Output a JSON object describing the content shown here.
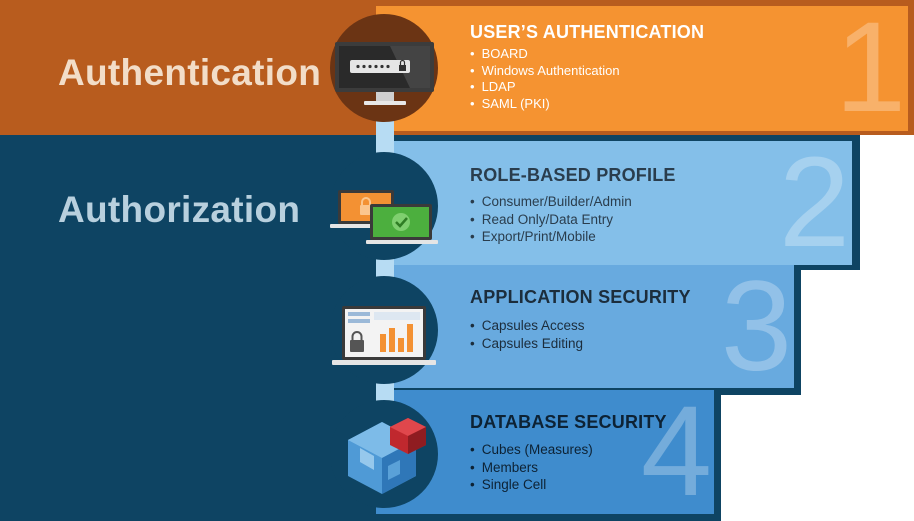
{
  "sections": {
    "authentication": "Authentication",
    "authorization": "Authorization"
  },
  "steps": [
    {
      "number": "1",
      "heading": "USER’S AUTHENTICATION",
      "items": [
        "BOARD",
        "Windows Authentication",
        "LDAP",
        "SAML (PKI)"
      ],
      "icon": "login-monitor-icon"
    },
    {
      "number": "2",
      "heading": "ROLE-BASED PROFILE",
      "items": [
        "Consumer/Builder/Admin",
        "Read Only/Data Entry",
        "Export/Print/Mobile"
      ],
      "icon": "laptops-icon"
    },
    {
      "number": "3",
      "heading": "APPLICATION SECURITY",
      "items": [
        "Capsules Access",
        "Capsules Editing"
      ],
      "icon": "locked-dashboard-icon"
    },
    {
      "number": "4",
      "heading": "DATABASE SECURITY",
      "items": [
        "Cubes (Measures)",
        "Members",
        "Single Cell"
      ],
      "icon": "cube-icon"
    }
  ],
  "colors": {
    "authentication_band": "#b85c1e",
    "authorization_band": "#0e4463",
    "step1": "#f59331",
    "step2": "#84bfe9",
    "step3": "#68aadf",
    "step4": "#3f8ccd"
  }
}
